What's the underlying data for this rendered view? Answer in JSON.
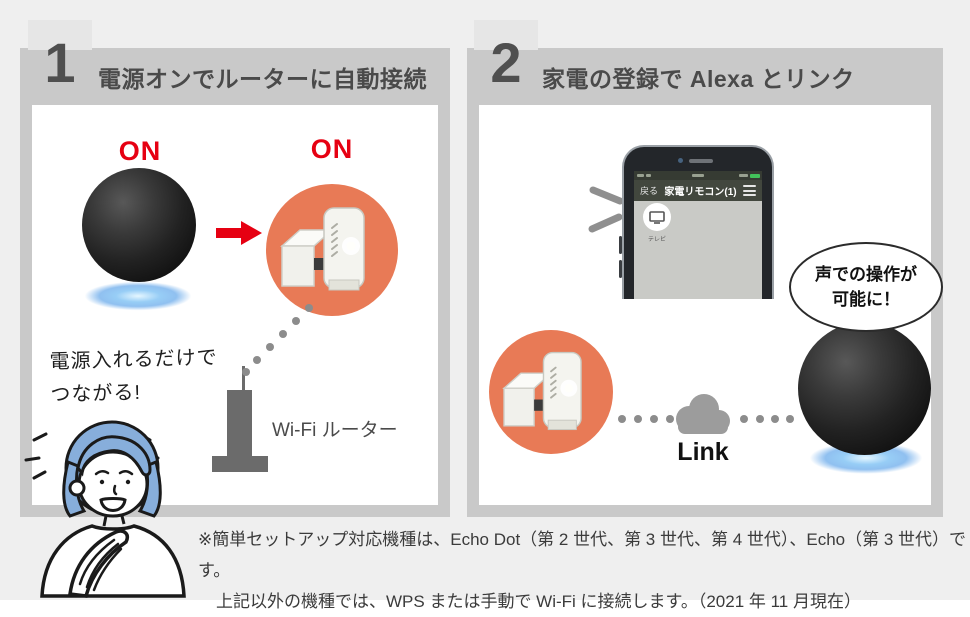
{
  "colors": {
    "page_bg": "#efefef",
    "panel_frame": "#c9c9c9",
    "panel_tab": "#e6e6e6",
    "heading_text": "#4a4a4a",
    "accent_red": "#e60012",
    "accent_orange": "#e87a56",
    "dot_gray": "#8c8c8c",
    "router_gray": "#6b6b6b",
    "cloud_gray": "#9c9c9c",
    "hair_blue": "#87aedb",
    "battery_green": "#42c25a"
  },
  "icons": {
    "arrow-right-icon": "▶",
    "cloud-icon": "☁",
    "hamburger-menu-icon": "≡",
    "tv-icon": "🖵",
    "battery-icon": "▮",
    "camera-icon": "●",
    "speaker-slot-icon": "—"
  },
  "panel1": {
    "step_number": "1",
    "title": "電源オンでルーターに自動接続",
    "echo_on_label": "ON",
    "device_on_label": "ON",
    "note_line1": "電源入れるだけで",
    "note_line2": "つながる!",
    "router_label": "Wi-Fi ルーター"
  },
  "panel2": {
    "step_number": "2",
    "title": "家電の登録で Alexa とリンク",
    "phone": {
      "back_label": "戻る",
      "app_title": "家電リモコン(1)",
      "tile_label": "テレビ"
    },
    "bubble_line1": "声での操作が",
    "bubble_line2": "可能に！",
    "link_label": "Link"
  },
  "footnote": {
    "line1": "※簡単セットアップ対応機種は、Echo Dot（第 2 世代、第 3 世代、第 4 世代）、Echo（第 3 世代）です。",
    "line2": "上記以外の機種では、WPS または手動で Wi-Fi に接続します。（2021 年 11 月現在）"
  }
}
